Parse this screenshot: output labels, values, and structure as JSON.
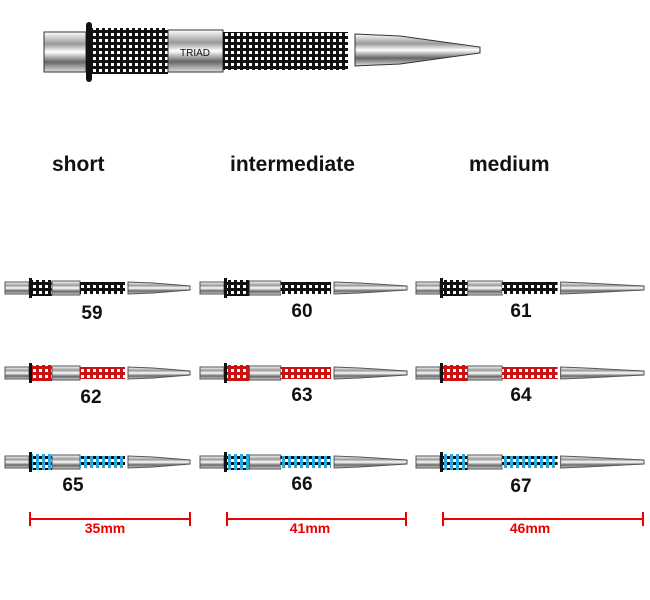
{
  "hero": {
    "brand": "TRIAD"
  },
  "columns": [
    {
      "label": "short",
      "length": "35mm",
      "items": [
        "59",
        "62",
        "65"
      ]
    },
    {
      "label": "intermediate",
      "length": "41mm",
      "items": [
        "60",
        "63",
        "66"
      ]
    },
    {
      "label": "medium",
      "length": "46mm",
      "items": [
        "61",
        "64",
        "67"
      ]
    }
  ],
  "colors": {
    "black": "#111111",
    "red": "#cc1111",
    "blue": "#2aa8e0",
    "measure": "#ee0000"
  }
}
